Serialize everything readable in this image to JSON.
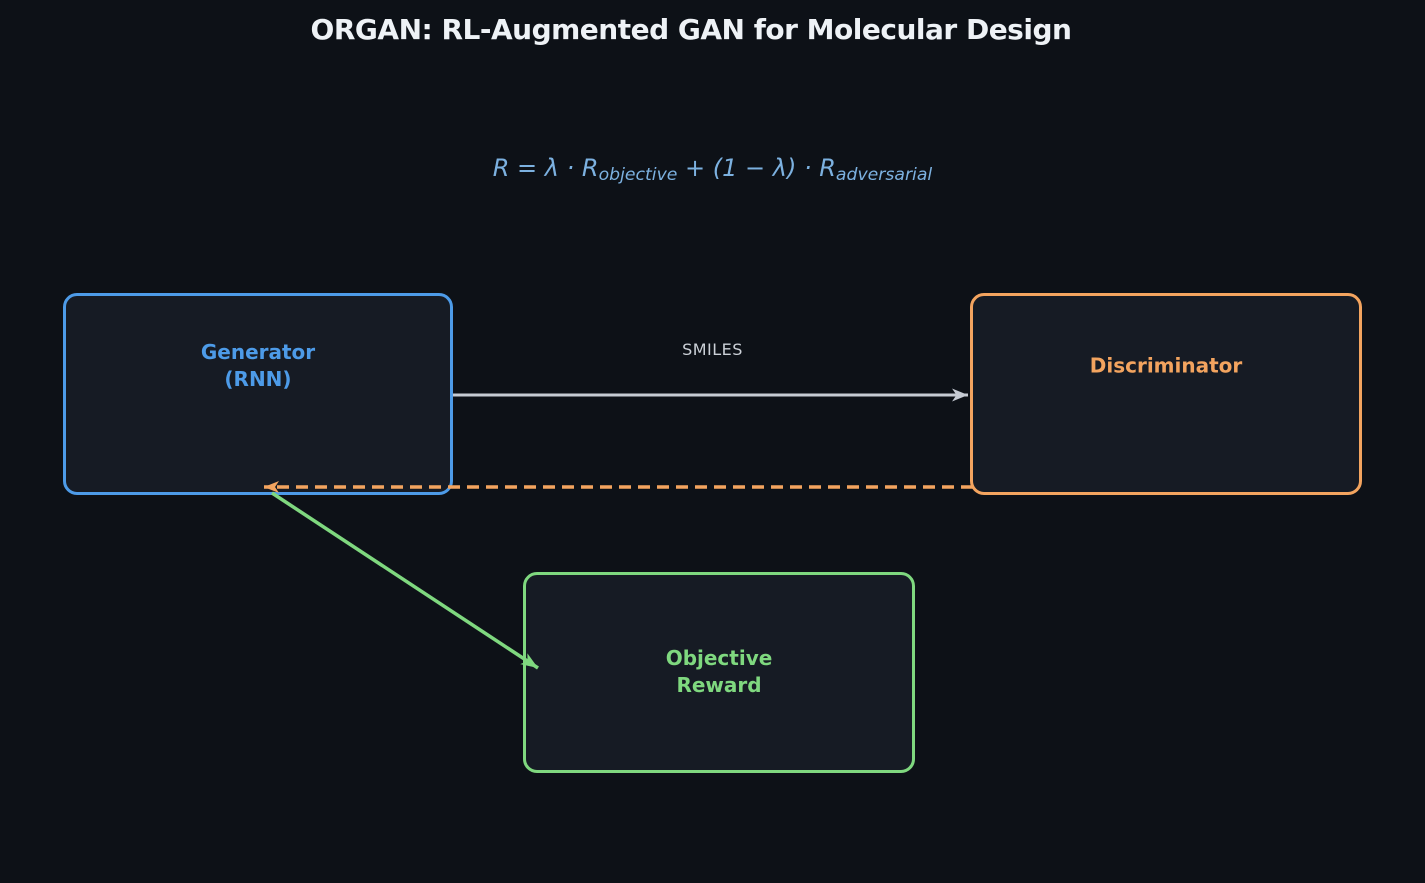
{
  "title": "ORGAN: RL-Augmented GAN for Molecular Design",
  "formula": {
    "seg1": "R = λ · R",
    "sub1": "objective",
    "seg2": " + (1 − λ) · R",
    "sub2": "adversarial"
  },
  "nodes": {
    "generator": {
      "line1": "Generator",
      "line2": "(RNN)"
    },
    "discriminator": {
      "label": "Discriminator"
    },
    "objective_reward": {
      "line1": "Objective",
      "line2": "Reward"
    }
  },
  "edges": {
    "smiles": {
      "label": "SMILES"
    }
  },
  "colors": {
    "background": "#0d1117",
    "node_fill": "#161b24",
    "generator_accent": "#4d9be8",
    "discriminator_accent": "#f3a45f",
    "objective_accent": "#7fd87f",
    "arrow_gray": "#c6cbd3",
    "formula_blue": "#7cb1e0",
    "title_color": "#eef2f6",
    "label_gray": "#ccd1d8"
  }
}
